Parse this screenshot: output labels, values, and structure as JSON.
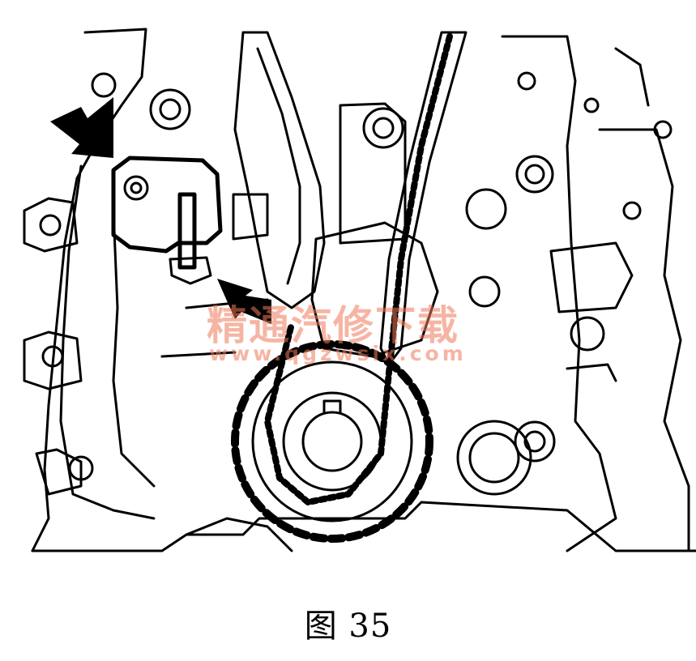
{
  "figure": {
    "caption": "图 35",
    "watermark": {
      "title": "精通汽修下载",
      "url": "www.qgzwsix.com"
    },
    "colors": {
      "line": "#000000",
      "background": "#ffffff",
      "watermark": "#f07a5a"
    },
    "icons": [
      "arrow-icon",
      "arrow-icon"
    ]
  }
}
